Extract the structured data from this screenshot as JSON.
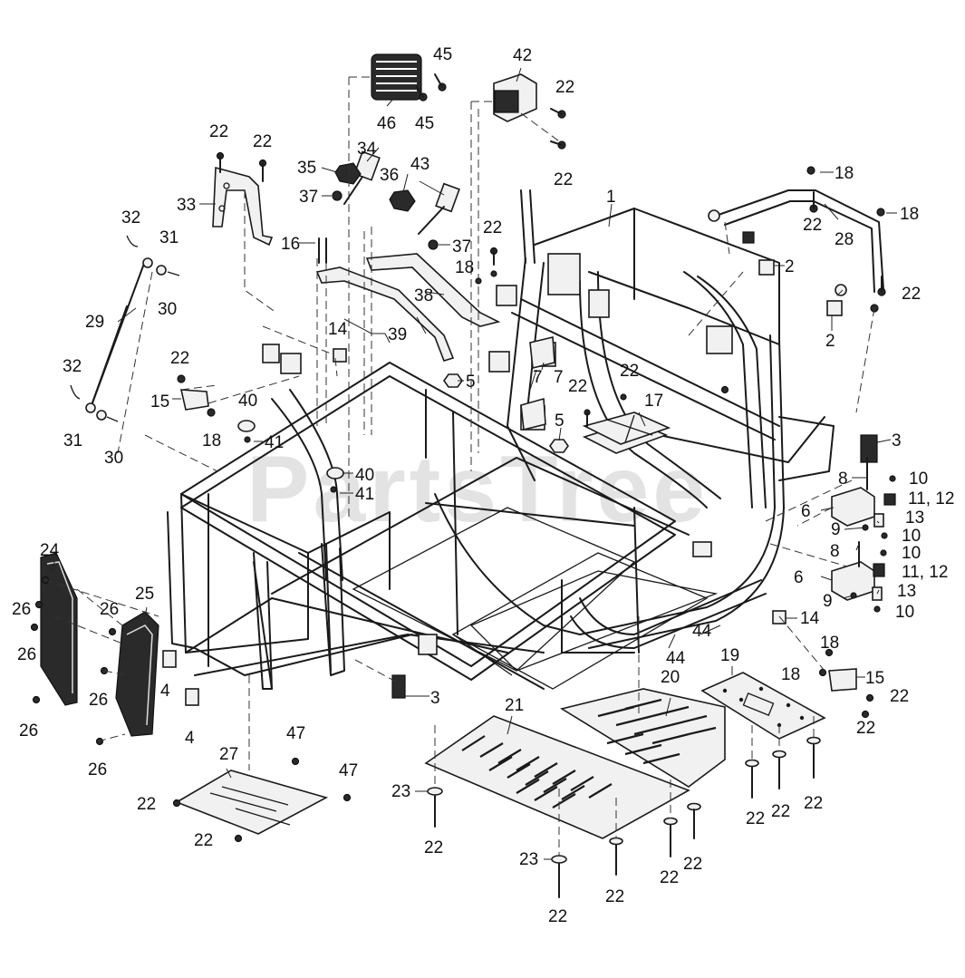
{
  "watermark": "PartsTree",
  "callouts": [
    "1",
    "2",
    "3",
    "4",
    "5",
    "6",
    "7",
    "8",
    "9",
    "10",
    "11, 12",
    "13",
    "14",
    "15",
    "16",
    "17",
    "18",
    "19",
    "20",
    "21",
    "22",
    "23",
    "24",
    "25",
    "26",
    "27",
    "28",
    "29",
    "30",
    "31",
    "32",
    "33",
    "34",
    "35",
    "36",
    "37",
    "38",
    "39",
    "40",
    "41",
    "42",
    "43",
    "44",
    "45",
    "46",
    "47"
  ]
}
